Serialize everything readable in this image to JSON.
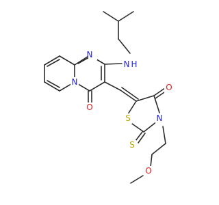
{
  "molecule": {
    "atoms": {
      "N_amine": {
        "label": "N",
        "color": "#1f1fd6"
      },
      "H_amine": {
        "label": "H",
        "color": "#1f1fd6"
      },
      "N_pyrimidine": {
        "label": "N",
        "color": "#1f1fd6"
      },
      "N_bridgehead": {
        "label": "N",
        "color": "#1f1fd6"
      },
      "O_pyrimidinone": {
        "label": "O",
        "color": "#e01f1f"
      },
      "O_thiazolidinone": {
        "label": "O",
        "color": "#e01f1f"
      },
      "S_ring": {
        "label": "S",
        "color": "#b8a800"
      },
      "S_thione": {
        "label": "S",
        "color": "#b8a800"
      },
      "N_thiazolidine": {
        "label": "N",
        "color": "#1f1fd6"
      },
      "O_methoxy": {
        "label": "O",
        "color": "#e01f1f"
      }
    },
    "bond_color": "#2b2b2b"
  }
}
